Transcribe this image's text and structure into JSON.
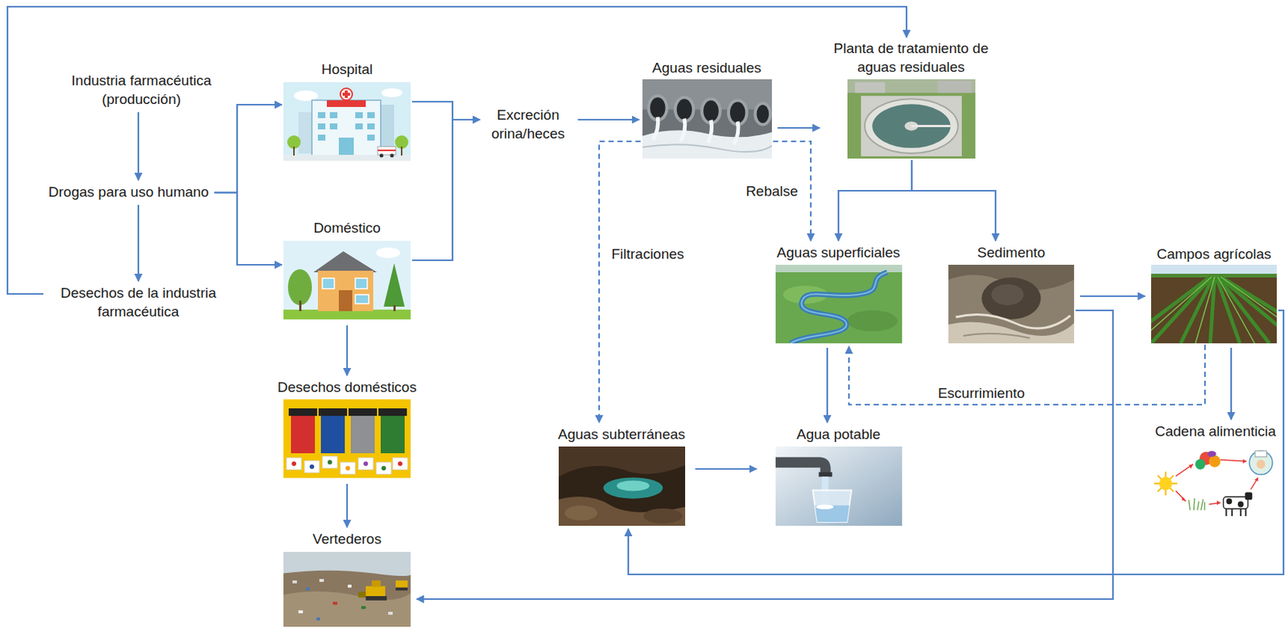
{
  "diagram": {
    "nodes": [
      {
        "text": [
          "Industria farmacéutica (producción)"
        ]
      },
      {
        "text": [
          "Drogas para uso humano"
        ]
      },
      {
        "text": [
          "Desechos de la industria farmacéutica"
        ]
      },
      {
        "text": [
          "Hospital"
        ]
      },
      {
        "text": [
          "Doméstico"
        ]
      },
      {
        "text": [
          "Excreción orina/heces"
        ]
      },
      {
        "text": [
          "Aguas residuales"
        ]
      },
      {
        "text": [
          "Planta de tratamiento de aguas residuales"
        ]
      },
      {
        "text": [
          "Desechos domésticos"
        ]
      },
      {
        "text": [
          "Aguas superficiales"
        ]
      },
      {
        "text": [
          "Sedimento"
        ]
      },
      {
        "text": [
          "Campos agrícolas"
        ]
      },
      {
        "text": [
          "Vertederos"
        ]
      },
      {
        "text": [
          "Aguas subterráneas"
        ]
      },
      {
        "text": [
          "Agua potable"
        ]
      },
      {
        "text": [
          "Cadena alimenticia"
        ]
      }
    ],
    "edges": [
      {
        "from": 0,
        "to": 1,
        "arrow": "to"
      },
      {
        "from": 1,
        "to": 2,
        "arrow": "to"
      },
      {
        "from": 2,
        "to": 7,
        "arrow": "to"
      },
      {
        "from": 1,
        "to": 3,
        "arrow": "to"
      },
      {
        "from": 1,
        "to": 4,
        "arrow": "to"
      },
      {
        "from": 3,
        "to": 5,
        "arrow": "to"
      },
      {
        "from": 4,
        "to": 5,
        "arrow": "to"
      },
      {
        "from": 5,
        "to": 6,
        "arrow": "to"
      },
      {
        "from": 6,
        "to": 7,
        "arrow": "to"
      },
      {
        "from": 6,
        "to": 9,
        "label": "Rebalse",
        "arrow": "to"
      },
      {
        "from": 6,
        "to": 13,
        "label": "Filtraciones",
        "arrow": "to"
      },
      {
        "from": 7,
        "to": 9,
        "arrow": "to"
      },
      {
        "from": 7,
        "to": 10,
        "arrow": "to"
      },
      {
        "from": 4,
        "to": 8,
        "arrow": "to"
      },
      {
        "from": 8,
        "to": 12,
        "arrow": "to"
      },
      {
        "from": 10,
        "to": 11,
        "arrow": "to"
      },
      {
        "from": 10,
        "to": 12,
        "arrow": "to"
      },
      {
        "from": 11,
        "to": 15,
        "arrow": "to"
      },
      {
        "from": 11,
        "to": 9,
        "label": "Escurrimiento",
        "arrow": "to"
      },
      {
        "from": 11,
        "to": 13,
        "arrow": "to"
      },
      {
        "from": 9,
        "to": 14,
        "arrow": "to"
      },
      {
        "from": 13,
        "to": 14,
        "arrow": "to"
      }
    ]
  }
}
